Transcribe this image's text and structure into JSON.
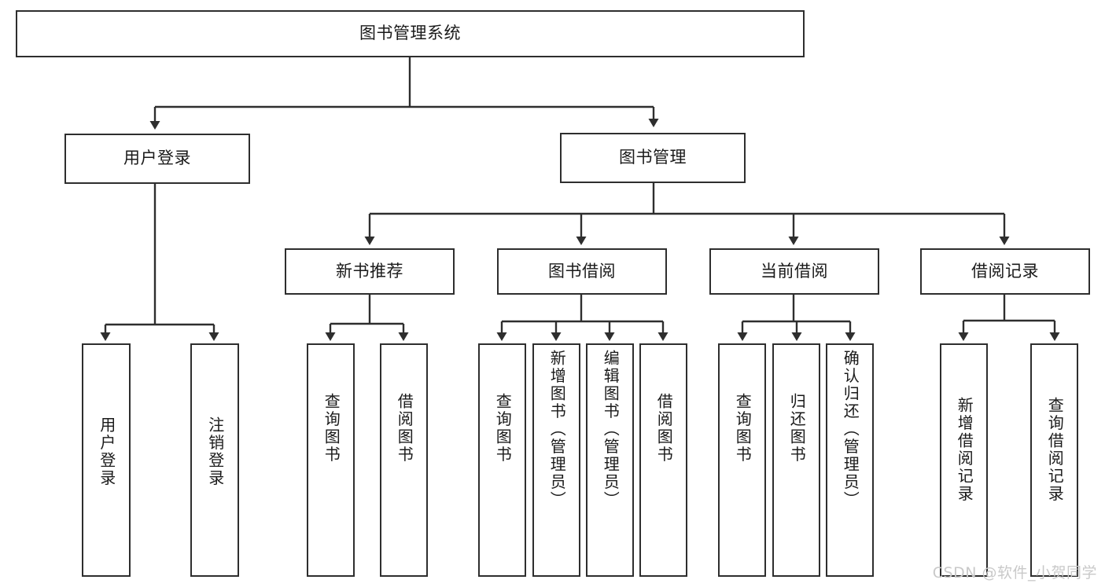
{
  "diagram": {
    "title": "图书管理系统",
    "type": "hierarchy-tree",
    "root": {
      "id": "root",
      "label": "图书管理系统"
    },
    "level2": [
      {
        "id": "user-login",
        "label": "用户登录"
      },
      {
        "id": "book-management",
        "label": "图书管理"
      }
    ],
    "level3": [
      {
        "id": "new-book-recommend",
        "label": "新书推荐",
        "parent": "book-management"
      },
      {
        "id": "book-borrow",
        "label": "图书借阅",
        "parent": "book-management"
      },
      {
        "id": "current-borrow",
        "label": "当前借阅",
        "parent": "book-management"
      },
      {
        "id": "borrow-record",
        "label": "借阅记录",
        "parent": "book-management"
      }
    ],
    "leaves": {
      "user_login": [
        {
          "id": "leaf-user-login",
          "label": "用户登录"
        },
        {
          "id": "leaf-logout-login",
          "label": "注销登录"
        }
      ],
      "new_book_recommend": [
        {
          "id": "leaf-query-book-1",
          "label": "查询图书"
        },
        {
          "id": "leaf-borrow-book-1",
          "label": "借阅图书"
        }
      ],
      "book_borrow": [
        {
          "id": "leaf-query-book-2",
          "label": "查询图书"
        },
        {
          "id": "leaf-add-book",
          "label": "新增图书（管理员）"
        },
        {
          "id": "leaf-edit-book",
          "label": "编辑图书（管理员）"
        },
        {
          "id": "leaf-borrow-book-2",
          "label": "借阅图书"
        }
      ],
      "current_borrow": [
        {
          "id": "leaf-query-book-3",
          "label": "查询图书"
        },
        {
          "id": "leaf-return-book",
          "label": "归还图书"
        },
        {
          "id": "leaf-confirm-return",
          "label": "确认归还（管理员）"
        }
      ],
      "borrow_record": [
        {
          "id": "leaf-add-record",
          "label": "新增借阅记录"
        },
        {
          "id": "leaf-query-record",
          "label": "查询借阅记录"
        }
      ]
    }
  },
  "watermark": {
    "text": "CSDN @软件_小贺同学"
  },
  "colors": {
    "border": "#2e2e2e",
    "text": "#1a1a1a",
    "background": "#ffffff",
    "watermark": "#c9c9c9"
  }
}
